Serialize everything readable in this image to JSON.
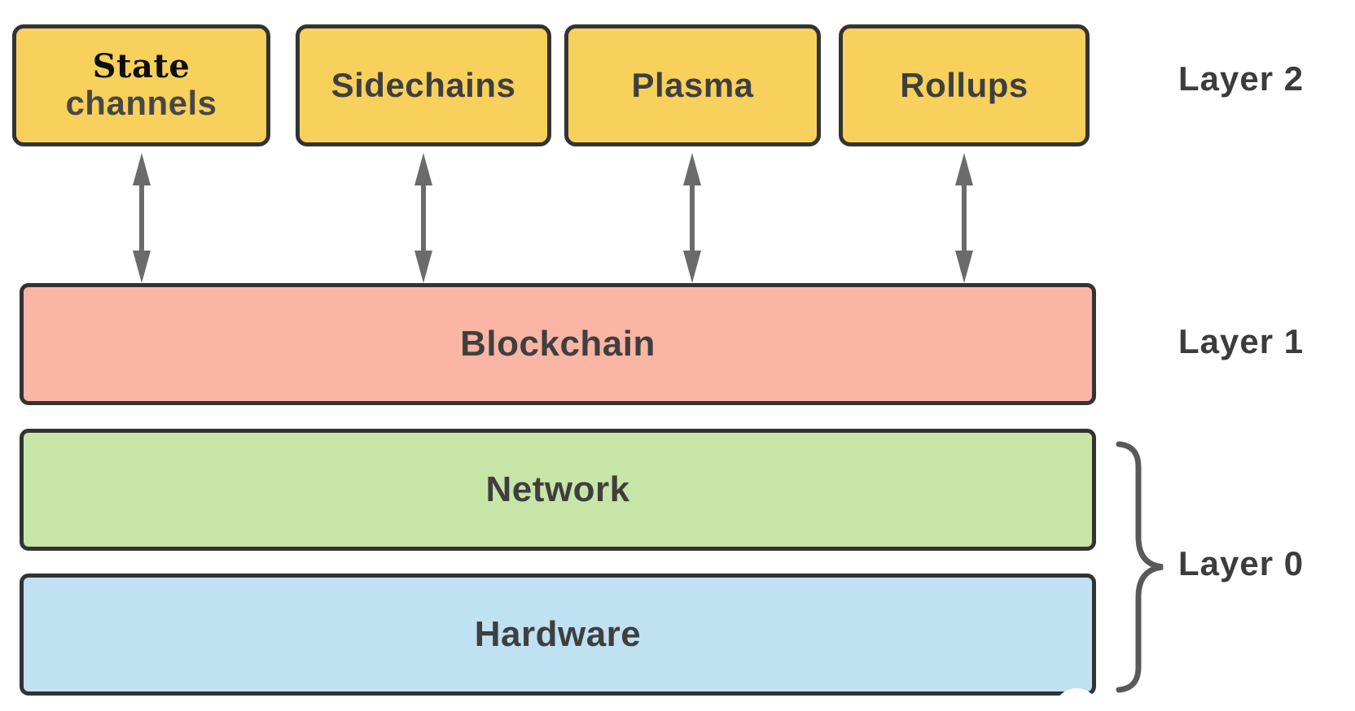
{
  "layer_labels": {
    "layer2": "Layer 2",
    "layer1": "Layer 1",
    "layer0": "Layer 0"
  },
  "layer2_boxes": [
    {
      "label": "State channels",
      "word_top": "State",
      "word_bottom": "channels"
    },
    {
      "label": "Sidechains"
    },
    {
      "label": "Plasma"
    },
    {
      "label": "Rollups"
    }
  ],
  "layer1_box": {
    "label": "Blockchain"
  },
  "layer0_boxes": [
    {
      "label": "Network"
    },
    {
      "label": "Hardware"
    }
  ],
  "connectors": {
    "bidirectional_arrow_count": 4,
    "brace": "curly-brace-grouping-network-and-hardware"
  },
  "colors": {
    "yellow_box": "#F7D15C",
    "pink_box": "#FBB5A5",
    "green_box": "#C8E5A8",
    "blue_box": "#BFE1F2",
    "box_border": "#333333",
    "arrow_gray": "#6B6B6B",
    "brace_gray": "#595959",
    "text_dark": "#3F3F3F"
  }
}
